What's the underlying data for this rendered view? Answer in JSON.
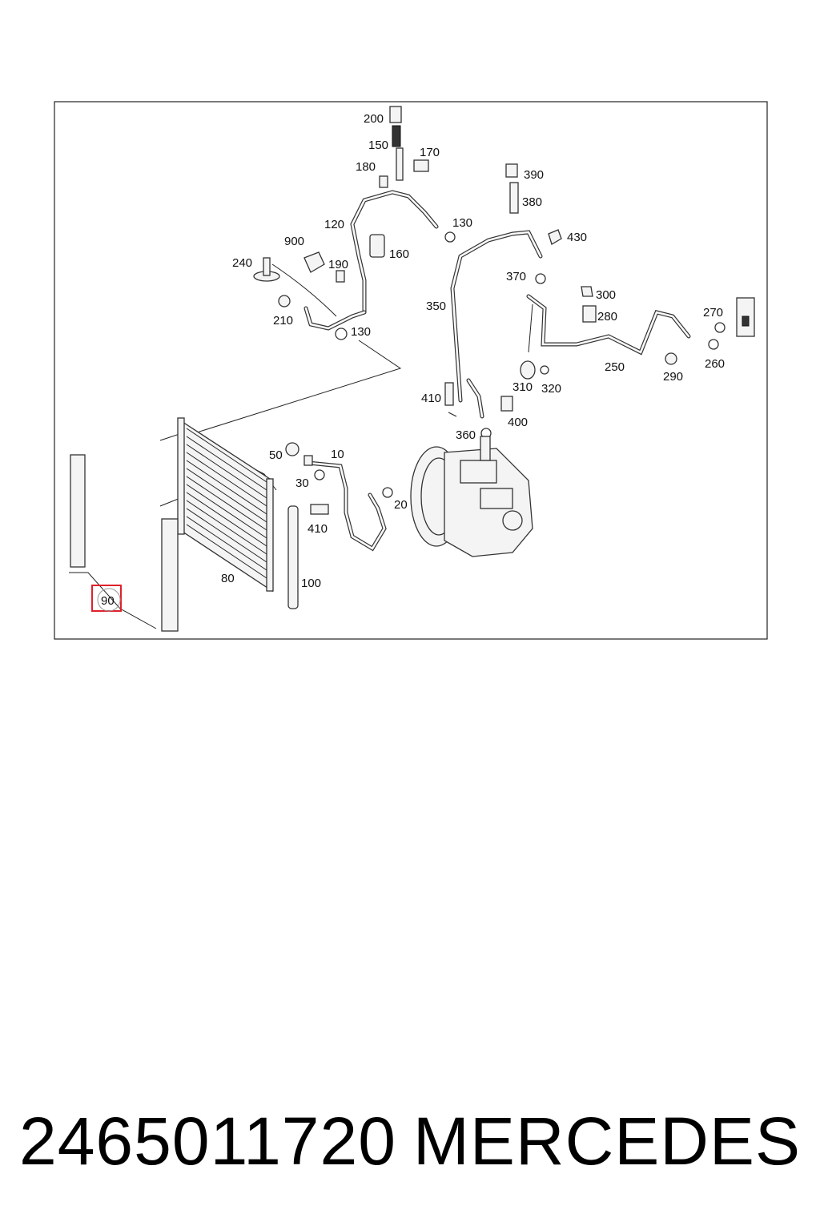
{
  "diagram": {
    "callouts": {
      "c200": "200",
      "c150": "150",
      "c170": "170",
      "c180": "180",
      "c120": "120",
      "c130a": "130",
      "c390": "390",
      "c380": "380",
      "c430": "430",
      "c900": "900",
      "c240": "240",
      "c190": "190",
      "c160": "160",
      "c370": "370",
      "c350": "350",
      "c300": "300",
      "c280": "280",
      "c270": "270",
      "c210": "210",
      "c130b": "130",
      "c250": "250",
      "c260": "260",
      "c290": "290",
      "c310": "310",
      "c320": "320",
      "c410a": "410",
      "c400": "400",
      "c360": "360",
      "c50": "50",
      "c10": "10",
      "c30": "30",
      "c20": "20",
      "c410b": "410",
      "c80": "80",
      "c100": "100",
      "c90": "90"
    },
    "highlight_color": "#e0202a"
  },
  "footer": {
    "part_number": "2465011720",
    "brand": "MERCEDES"
  }
}
